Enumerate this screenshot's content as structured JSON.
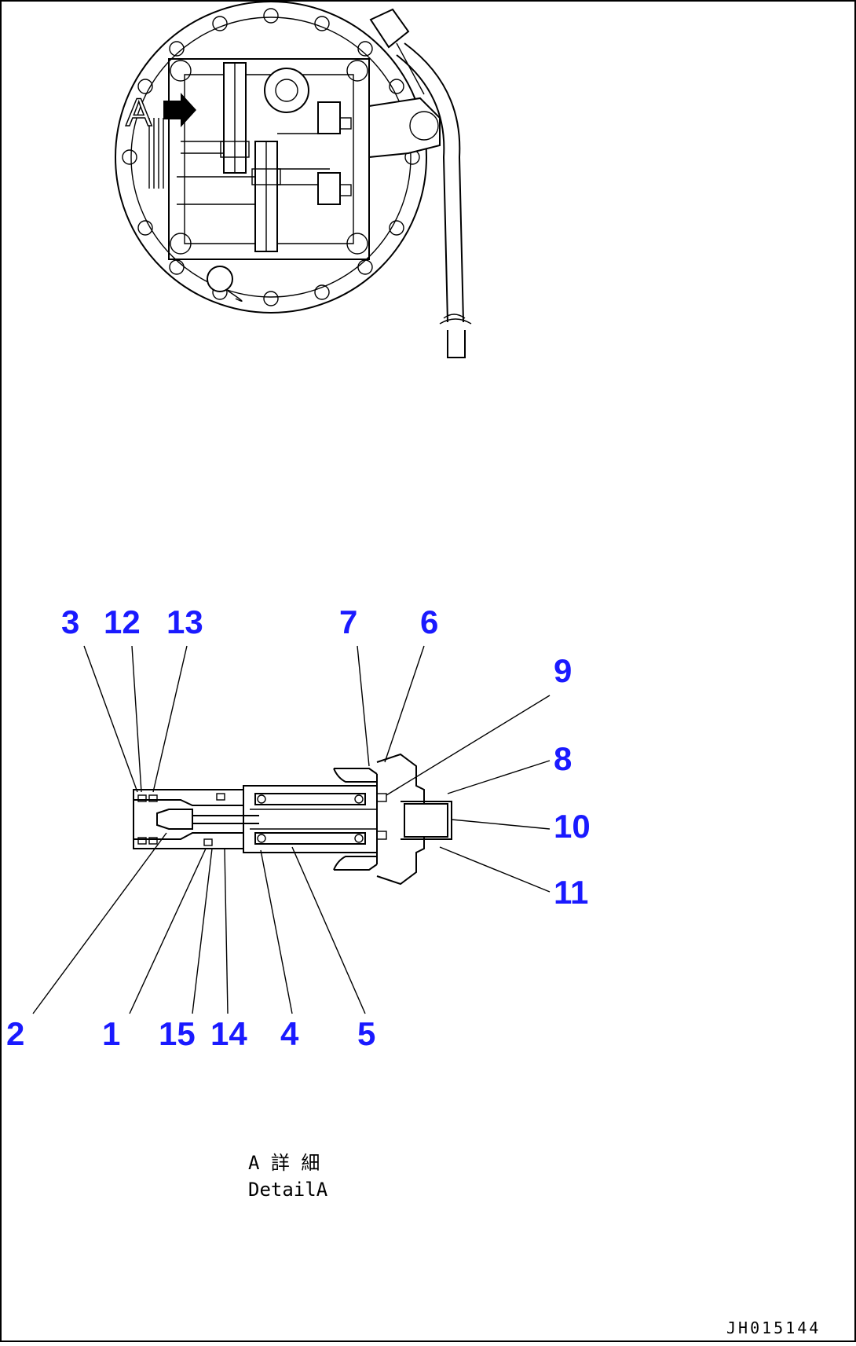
{
  "drawing": {
    "view_letter": "A",
    "detail_caption_jp": "A 詳 細",
    "detail_caption_en": "DetailA",
    "drawing_code": "JH015144",
    "callout_color": "#1a1aff"
  },
  "callouts": {
    "c1": "1",
    "c2": "2",
    "c3": "3",
    "c4": "4",
    "c5": "5",
    "c6": "6",
    "c7": "7",
    "c8": "8",
    "c9": "9",
    "c10": "10",
    "c11": "11",
    "c12": "12",
    "c13": "13",
    "c14": "14",
    "c15": "15"
  }
}
